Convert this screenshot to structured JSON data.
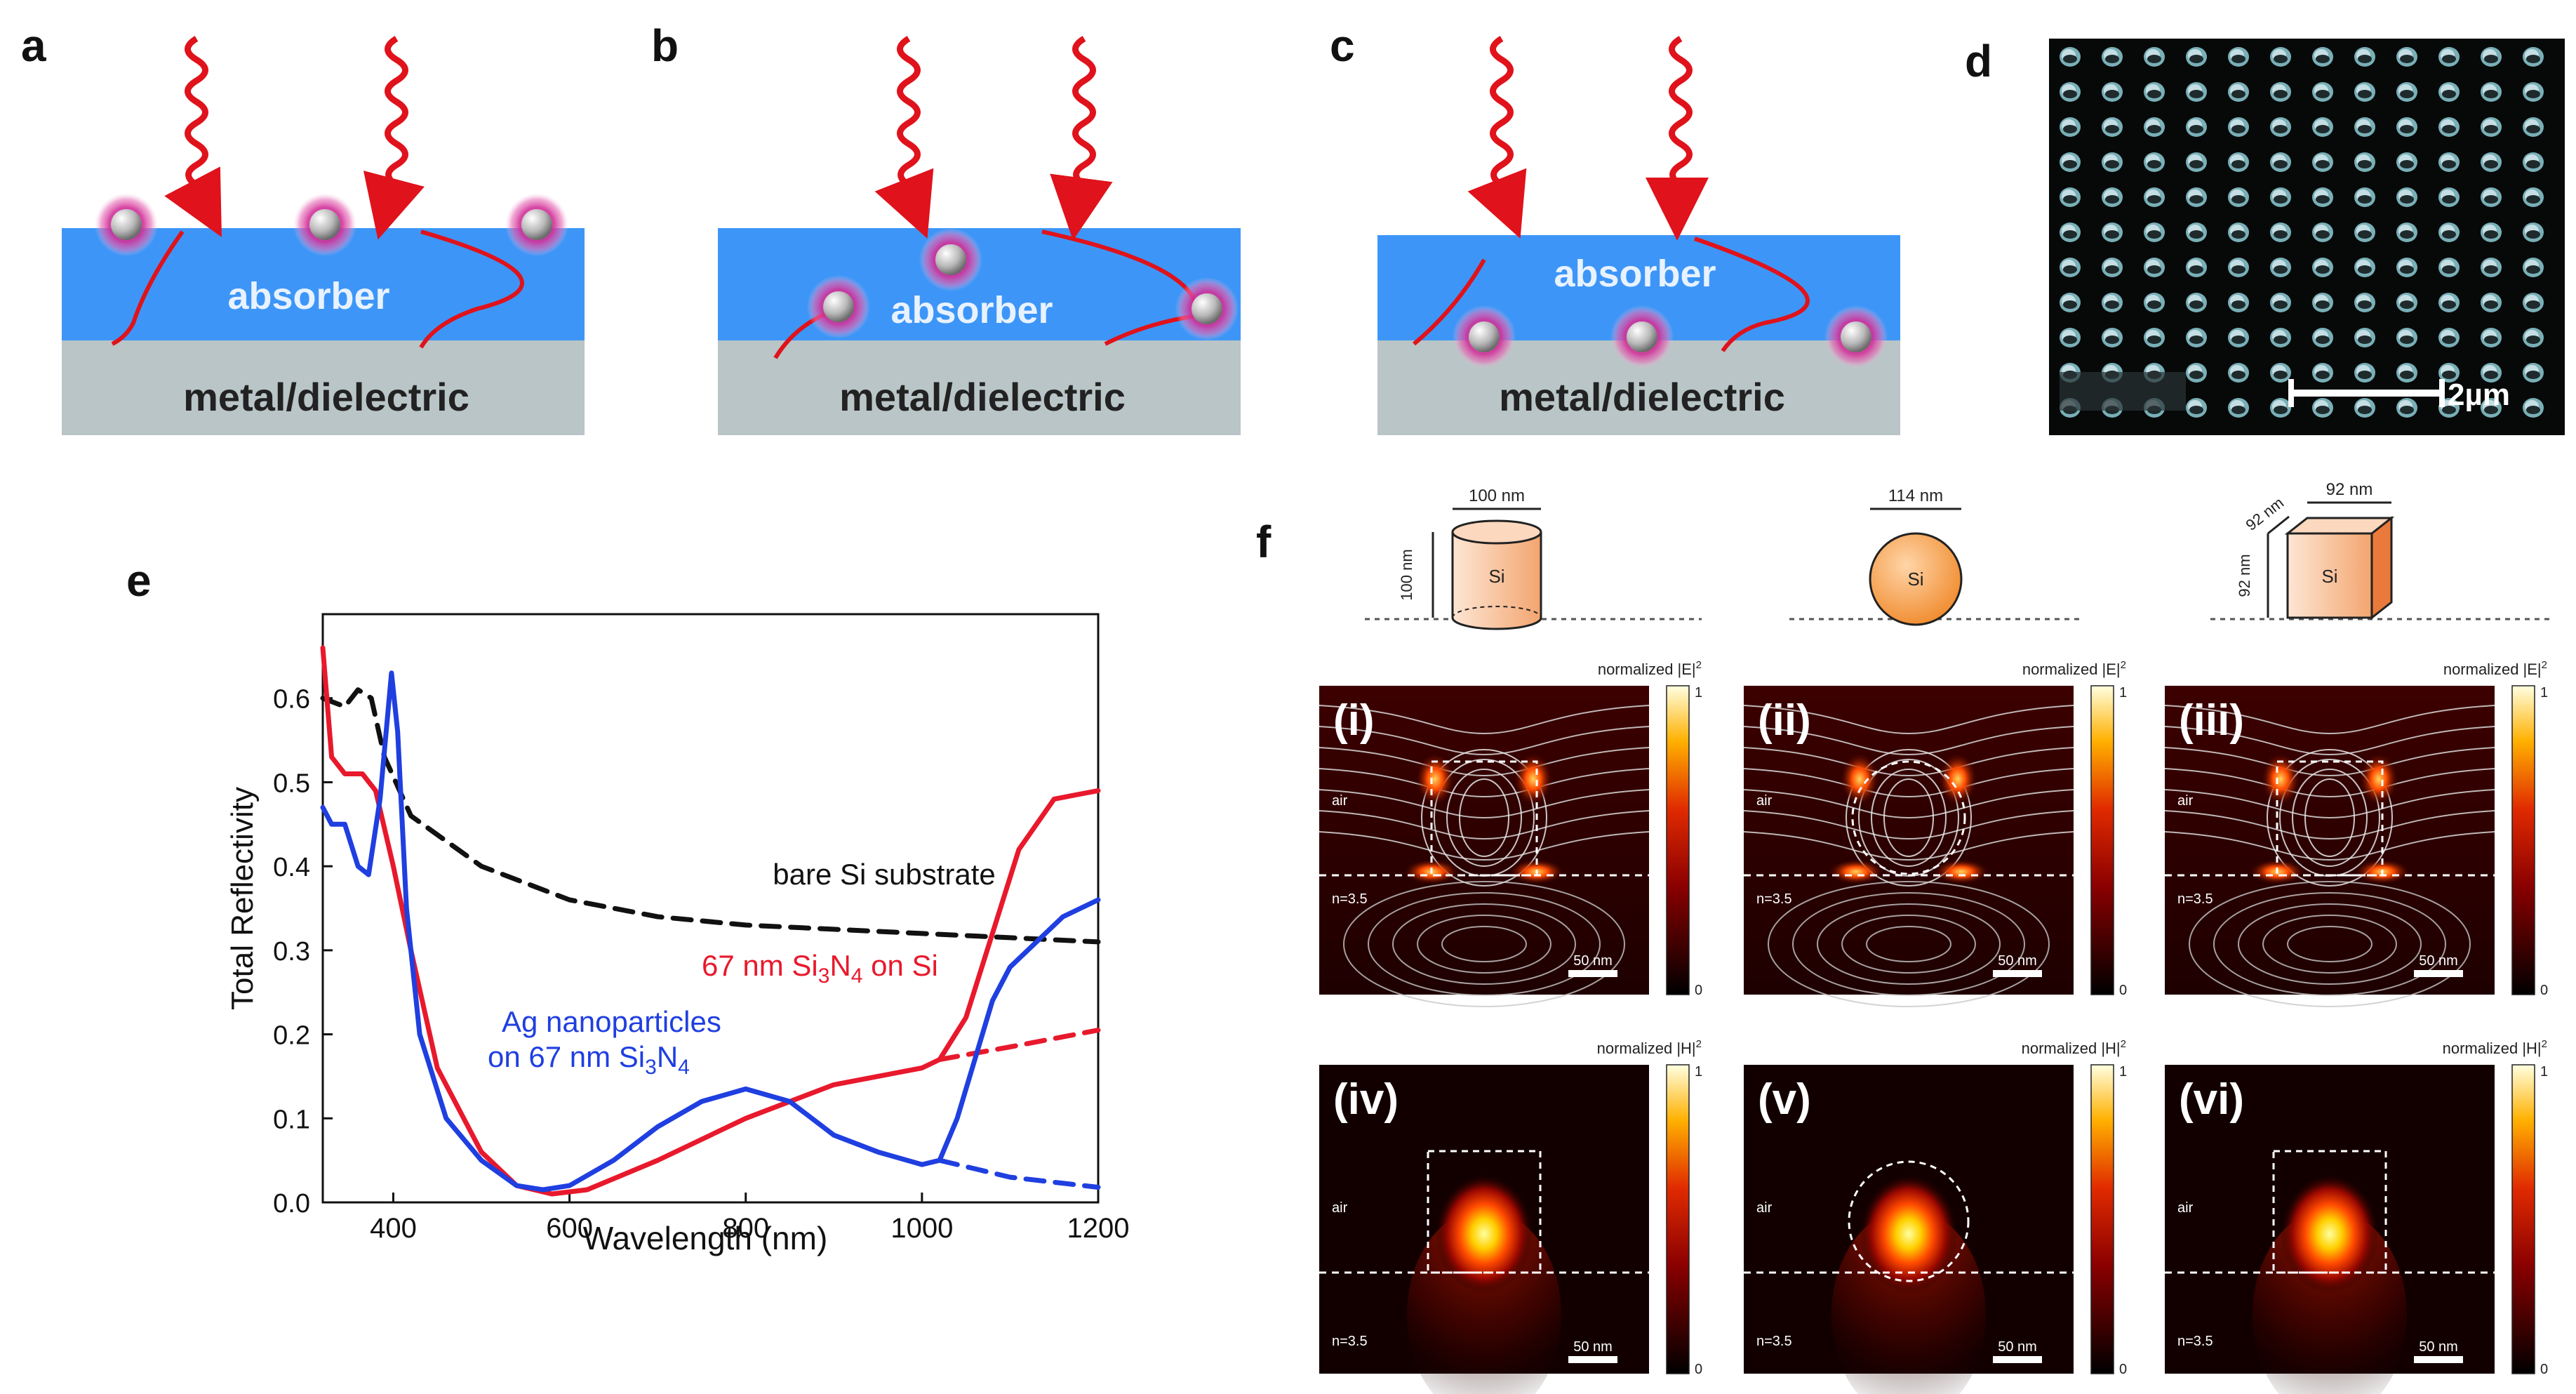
{
  "panels": {
    "a": {
      "letter": "a",
      "absorber": "absorber",
      "substrate": "metal/dielectric"
    },
    "b": {
      "letter": "b",
      "absorber": "absorber",
      "substrate": "metal/dielectric"
    },
    "c": {
      "letter": "c",
      "absorber": "absorber",
      "substrate": "metal/dielectric"
    },
    "d": {
      "letter": "d",
      "scale": "2µm"
    },
    "e": {
      "letter": "e"
    },
    "f": {
      "letter": "f"
    }
  },
  "chart_data": {
    "type": "line",
    "xlabel": "Wavelength (nm)",
    "ylabel": "Total Reflectivity",
    "xlim": [
      320,
      1200
    ],
    "ylim": [
      0,
      0.7
    ],
    "xticks": [
      400,
      600,
      800,
      1000,
      1200
    ],
    "yticks": [
      0.0,
      0.1,
      0.2,
      0.3,
      0.4,
      0.5,
      0.6
    ],
    "series": [
      {
        "name": "bare Si substrate",
        "color": "#111111",
        "dash": true,
        "x": [
          320,
          345,
          360,
          375,
          390,
          420,
          500,
          600,
          700,
          800,
          900,
          1000,
          1100,
          1200
        ],
        "y": [
          0.6,
          0.59,
          0.61,
          0.6,
          0.53,
          0.46,
          0.4,
          0.36,
          0.34,
          0.33,
          0.325,
          0.32,
          0.315,
          0.31
        ]
      },
      {
        "name": "67 nm Si3N4 on Si",
        "label_main": "67 nm Si",
        "label_sub1": "3",
        "label_mid": "N",
        "label_sub2": "4",
        "label_tail": " on Si",
        "color": "#e8192c",
        "dash": false,
        "x": [
          320,
          330,
          345,
          365,
          380,
          400,
          420,
          450,
          500,
          540,
          580,
          620,
          700,
          800,
          900,
          1000,
          1020,
          1050,
          1080,
          1110,
          1150,
          1200
        ],
        "y": [
          0.66,
          0.53,
          0.51,
          0.51,
          0.49,
          0.4,
          0.3,
          0.16,
          0.06,
          0.02,
          0.01,
          0.015,
          0.05,
          0.1,
          0.14,
          0.16,
          0.17,
          0.22,
          0.32,
          0.42,
          0.48,
          0.49
        ]
      },
      {
        "name": "67 nm Si3N4 on Si (dashed extension)",
        "color": "#e8192c",
        "dash": true,
        "x": [
          1020,
          1100,
          1200
        ],
        "y": [
          0.17,
          0.185,
          0.205
        ]
      },
      {
        "name": "Ag nanoparticles on 67 nm Si3N4",
        "label_line1": "Ag nanoparticles",
        "label_line2_main": "on 67 nm Si",
        "label_sub1": "3",
        "label_mid": "N",
        "label_sub2": "4",
        "color": "#1f3fe0",
        "dash": false,
        "x": [
          320,
          330,
          345,
          360,
          372,
          385,
          398,
          405,
          415,
          430,
          460,
          500,
          540,
          570,
          600,
          650,
          700,
          750,
          800,
          850,
          900,
          950,
          1000,
          1020,
          1040,
          1060,
          1080,
          1100,
          1130,
          1160,
          1200
        ],
        "y": [
          0.47,
          0.45,
          0.45,
          0.4,
          0.39,
          0.48,
          0.63,
          0.56,
          0.35,
          0.2,
          0.1,
          0.05,
          0.02,
          0.015,
          0.02,
          0.05,
          0.09,
          0.12,
          0.135,
          0.12,
          0.08,
          0.06,
          0.045,
          0.05,
          0.1,
          0.17,
          0.24,
          0.28,
          0.31,
          0.34,
          0.36
        ]
      },
      {
        "name": "Ag nanoparticles (dashed extension)",
        "color": "#1f3fe0",
        "dash": true,
        "x": [
          1020,
          1100,
          1200
        ],
        "y": [
          0.05,
          0.03,
          0.018
        ]
      }
    ]
  },
  "figure_f": {
    "shapes": [
      {
        "id": "cylinder",
        "width_label": "100 nm",
        "height_label": "100 nm",
        "material": "Si"
      },
      {
        "id": "sphere",
        "width_label": "114 nm",
        "material": "Si"
      },
      {
        "id": "cube",
        "width_label": "92 nm",
        "depth_label": "92 nm",
        "height_label": "92 nm",
        "material": "Si"
      }
    ],
    "maps": [
      {
        "roman": "(i)",
        "cbar_title": "normalized |E|",
        "sup": "2",
        "air": "air",
        "substrate": "n=3.5",
        "scale": "50 nm",
        "cbar_max": "1",
        "cbar_min": "0"
      },
      {
        "roman": "(ii)",
        "cbar_title": "normalized |E|",
        "sup": "2",
        "air": "air",
        "substrate": "n=3.5",
        "scale": "50 nm",
        "cbar_max": "1",
        "cbar_min": "0"
      },
      {
        "roman": "(iii)",
        "cbar_title": "normalized |E|",
        "sup": "2",
        "air": "air",
        "substrate": "n=3.5",
        "scale": "50 nm",
        "cbar_max": "1",
        "cbar_min": "0"
      },
      {
        "roman": "(iv)",
        "cbar_title": "normalized |H|",
        "sup": "2",
        "air": "air",
        "substrate": "n=3.5",
        "scale": "50 nm",
        "cbar_max": "1",
        "cbar_min": "0"
      },
      {
        "roman": "(v)",
        "cbar_title": "normalized |H|",
        "sup": "2",
        "air": "air",
        "substrate": "n=3.5",
        "scale": "50 nm",
        "cbar_max": "1",
        "cbar_min": "0"
      },
      {
        "roman": "(vi)",
        "cbar_title": "normalized |H|",
        "sup": "2",
        "air": "air",
        "substrate": "n=3.5",
        "scale": "50 nm",
        "cbar_max": "1",
        "cbar_min": "0"
      }
    ]
  }
}
